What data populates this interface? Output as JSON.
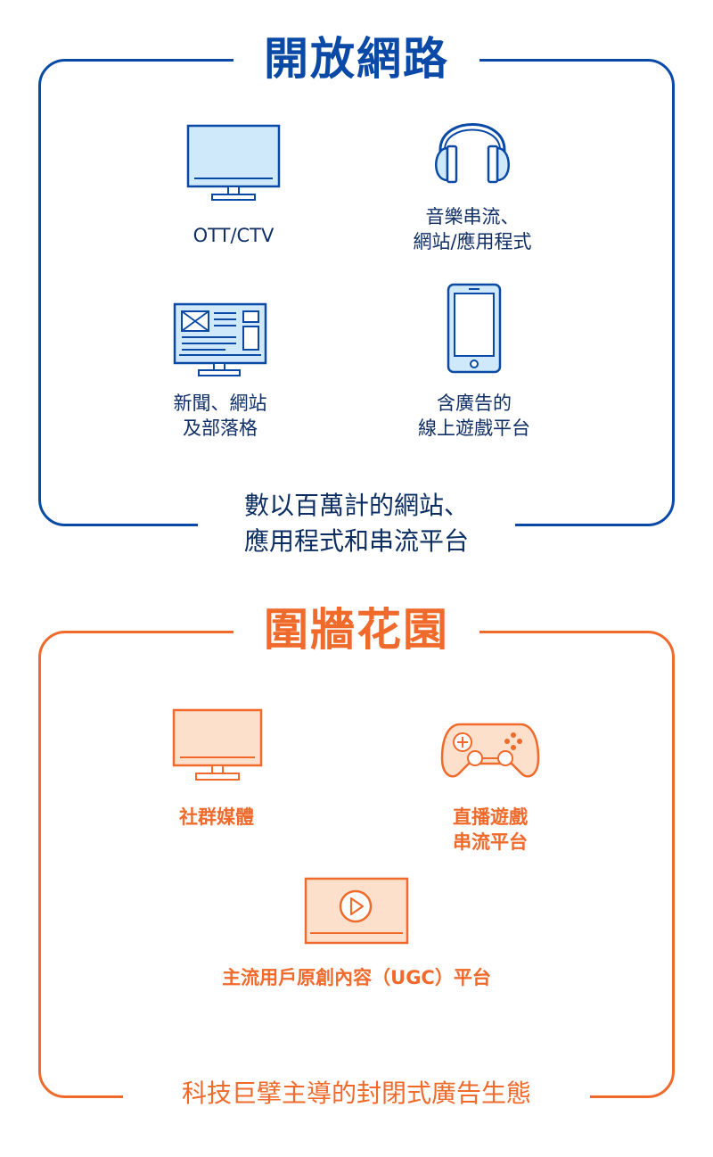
{
  "colors": {
    "blue": "#0a4aa6",
    "blue_fill": "#cfe8fa",
    "orange": "#ef6a2b",
    "orange_fill": "#fde0cc"
  },
  "open_web": {
    "title": "開放網路",
    "items": [
      {
        "icon": "tv-icon",
        "label": "OTT/CTV"
      },
      {
        "icon": "headphones-icon",
        "label": "音樂串流、\n網站/應用程式"
      },
      {
        "icon": "news-monitor-icon",
        "label": "新聞、網站\n及部落格"
      },
      {
        "icon": "smartphone-icon",
        "label": "含廣告的\n線上遊戲平台"
      }
    ],
    "caption": "數以百萬計的網站、\n應用程式和串流平台"
  },
  "walled_garden": {
    "title": "圍牆花園",
    "items": [
      {
        "icon": "monitor-icon",
        "label": "社群媒體"
      },
      {
        "icon": "gamepad-icon",
        "label": "直播遊戲\n串流平台"
      },
      {
        "icon": "video-play-icon",
        "label": "主流用戶原創內容（UGC）平台"
      }
    ],
    "caption": "科技巨擘主導的封閉式廣告生態"
  }
}
